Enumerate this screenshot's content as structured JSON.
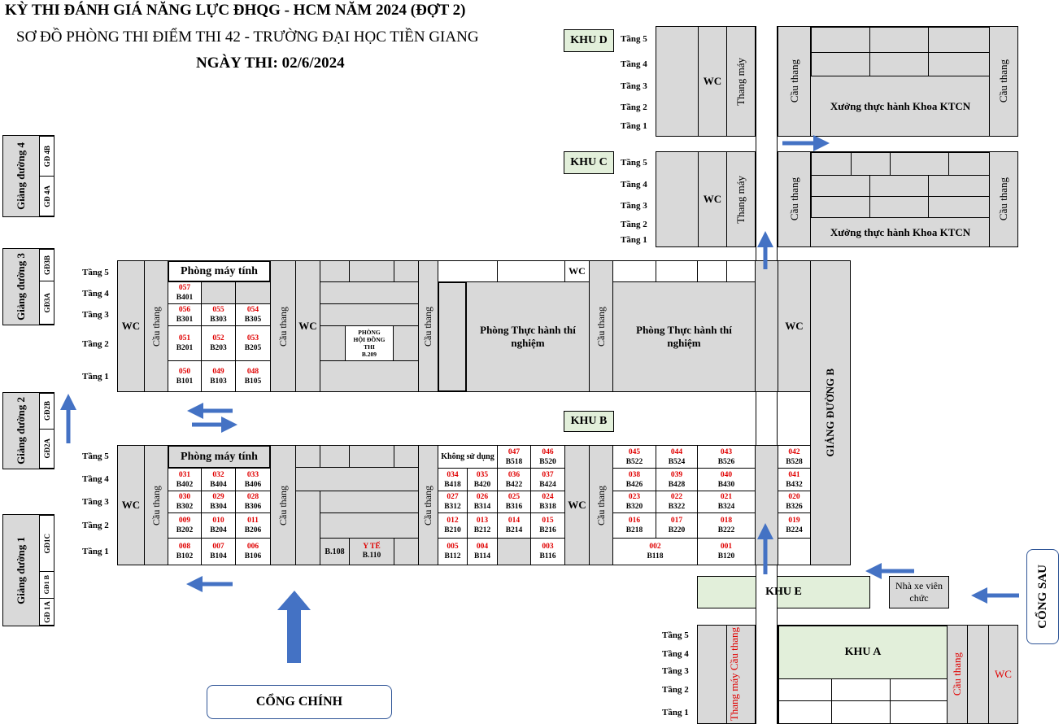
{
  "header": {
    "title": "KỲ THI ĐÁNH GIÁ NĂNG LỰC ĐHQG - HCM NĂM 2024 (ĐỢT 2)",
    "subtitle": "SƠ ĐỒ PHÒNG THI ĐIỂM THI 42 - TRƯỜNG ĐẠI HỌC TIỀN GIANG",
    "date": "NGÀY THI: 02/6/2024"
  },
  "floors": [
    "Tầng 1",
    "Tầng 2",
    "Tầng 3",
    "Tầng 4",
    "Tầng 5"
  ],
  "labels": {
    "wc": "WC",
    "stairs": "Cầu thang",
    "elevator": "Thang máy",
    "computer_room": "Phòng máy tính",
    "lab_room": "Phòng Thực hành thí nghiệm",
    "workshop": "Xưởng thực hành Khoa KTCN",
    "council": "PHÒNG HỘI ĐỒNG THI",
    "council_code": "B.209",
    "b108": "B.108",
    "medical": "Y TẾ",
    "b110": "B.110",
    "unused": "Không sử dụng",
    "staff_parking": "Nhà xe viên chức",
    "stairs_elevator_a": "Thang máy Cầu thang"
  },
  "zones": {
    "a": "KHU A",
    "b": "KHU B",
    "c": "KHU C",
    "d": "KHU D",
    "e": "KHU E"
  },
  "halls": {
    "gd1": "Giảng đường 1",
    "gd1a": "GĐ 1A",
    "gd1b": "GĐ1 B",
    "gd1c": "GĐ1C",
    "gd2": "Giảng đường 2",
    "gd2a": "GĐ2A",
    "gd2b": "GĐ2B",
    "gd3": "Giảng đường 3",
    "gd3a": "GĐ3A",
    "gd3b": "GĐ3B",
    "gd4": "Giảng đường 4",
    "gd4a": "GĐ 4A",
    "gd4b": "GĐ 4B",
    "gdb": "GIẢNG ĐƯỜNG B"
  },
  "gates": {
    "main": "CỔNG CHÍNH",
    "back": "CỔNG SAU"
  },
  "rooms_upper": [
    {
      "n": "057",
      "c": "B401"
    },
    {
      "n": "056",
      "c": "B301"
    },
    {
      "n": "055",
      "c": "B303"
    },
    {
      "n": "054",
      "c": "B305"
    },
    {
      "n": "051",
      "c": "B201"
    },
    {
      "n": "052",
      "c": "B203"
    },
    {
      "n": "053",
      "c": "B205"
    },
    {
      "n": "050",
      "c": "B101"
    },
    {
      "n": "049",
      "c": "B103"
    },
    {
      "n": "048",
      "c": "B105"
    }
  ],
  "rooms_lower": [
    {
      "n": "031",
      "c": "B402"
    },
    {
      "n": "032",
      "c": "B404"
    },
    {
      "n": "033",
      "c": "B406"
    },
    {
      "n": "030",
      "c": "B302"
    },
    {
      "n": "029",
      "c": "B304"
    },
    {
      "n": "028",
      "c": "B306"
    },
    {
      "n": "009",
      "c": "B202"
    },
    {
      "n": "010",
      "c": "B204"
    },
    {
      "n": "011",
      "c": "B206"
    },
    {
      "n": "008",
      "c": "B102"
    },
    {
      "n": "007",
      "c": "B104"
    },
    {
      "n": "006",
      "c": "B106"
    },
    {
      "n": "047",
      "c": "B518"
    },
    {
      "n": "046",
      "c": "B520"
    },
    {
      "n": "034",
      "c": "B418"
    },
    {
      "n": "035",
      "c": "B420"
    },
    {
      "n": "036",
      "c": "B422"
    },
    {
      "n": "037",
      "c": "B424"
    },
    {
      "n": "027",
      "c": "B312"
    },
    {
      "n": "026",
      "c": "B314"
    },
    {
      "n": "025",
      "c": "B316"
    },
    {
      "n": "024",
      "c": "B318"
    },
    {
      "n": "012",
      "c": "B210"
    },
    {
      "n": "013",
      "c": "B212"
    },
    {
      "n": "014",
      "c": "B214"
    },
    {
      "n": "015",
      "c": "B216"
    },
    {
      "n": "005",
      "c": "B112"
    },
    {
      "n": "004",
      "c": "B114"
    },
    {
      "n": "003",
      "c": "B116"
    },
    {
      "n": "045",
      "c": "B522"
    },
    {
      "n": "044",
      "c": "B524"
    },
    {
      "n": "043",
      "c": "B526"
    },
    {
      "n": "038",
      "c": "B426"
    },
    {
      "n": "039",
      "c": "B428"
    },
    {
      "n": "040",
      "c": "B430"
    },
    {
      "n": "023",
      "c": "B320"
    },
    {
      "n": "022",
      "c": "B322"
    },
    {
      "n": "021",
      "c": "B324"
    },
    {
      "n": "016",
      "c": "B218"
    },
    {
      "n": "017",
      "c": "B220"
    },
    {
      "n": "018",
      "c": "B222"
    },
    {
      "n": "002",
      "c": "B118"
    },
    {
      "n": "001",
      "c": "B120"
    },
    {
      "n": "042",
      "c": "B528"
    },
    {
      "n": "041",
      "c": "B432"
    },
    {
      "n": "020",
      "c": "B326"
    },
    {
      "n": "019",
      "c": "B224"
    }
  ]
}
